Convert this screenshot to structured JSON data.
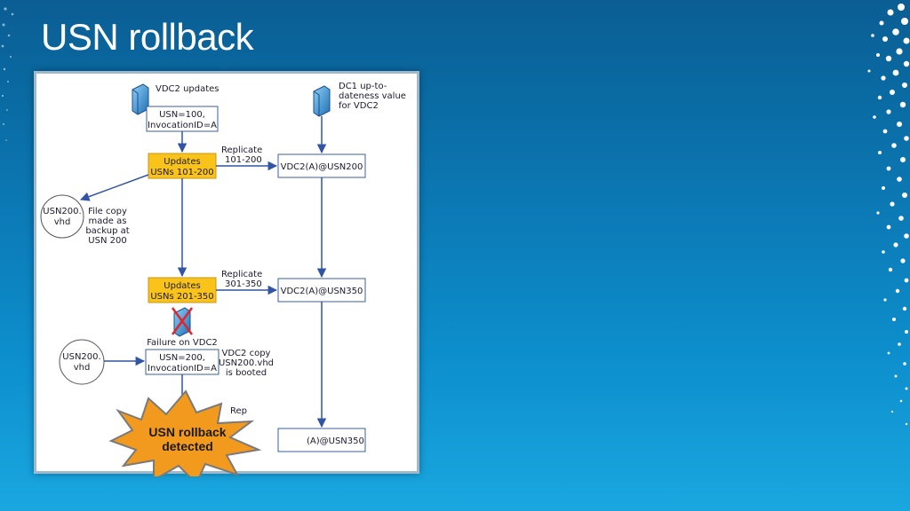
{
  "slide": {
    "title": "USN rollback"
  },
  "diagram": {
    "vdc2_updates_label": "VDC2 updates",
    "dc1_label_lines": [
      "DC1 up-to-",
      "dateness value",
      "for VDC2"
    ],
    "usn100_box_lines": [
      "USN=100,",
      "InvocationID=A"
    ],
    "updates1_lines": [
      "Updates",
      "USNs 101-200"
    ],
    "replicate1_lines": [
      "Replicate",
      "101-200"
    ],
    "vdc2_usn200": "VDC2(A)@USN200",
    "vhd1_lines": [
      "USN200.",
      "vhd"
    ],
    "file_copy_lines": [
      "File copy",
      "made as",
      "backup at",
      "USN 200"
    ],
    "updates2_lines": [
      "Updates",
      "USNs 201-350"
    ],
    "replicate2_lines": [
      "Replicate",
      "301-350"
    ],
    "vdc2_usn350": "VDC2(A)@USN350",
    "failure_label": "Failure on VDC2",
    "vhd2_lines": [
      "USN200.",
      "vhd"
    ],
    "usn200_box_lines": [
      "USN=200,",
      "InvocationID=A"
    ],
    "vdc2_copy_lines": [
      "VDC2 copy",
      "USN200.vhd",
      "is booted"
    ],
    "rep_partial": "Rep",
    "vdc2_usn350_partial": "(A)@USN350",
    "burst_lines": [
      "USN rollback",
      "detected"
    ]
  },
  "colors": {
    "accent_yellow": "#f9c31a",
    "burst_orange": "#f29a1e",
    "arrow_blue": "#2f55a4",
    "failure_red": "#e0262b"
  },
  "icons": {
    "server": "server-icon",
    "failed_server": "failed-server-icon",
    "burst": "starburst-shape"
  }
}
